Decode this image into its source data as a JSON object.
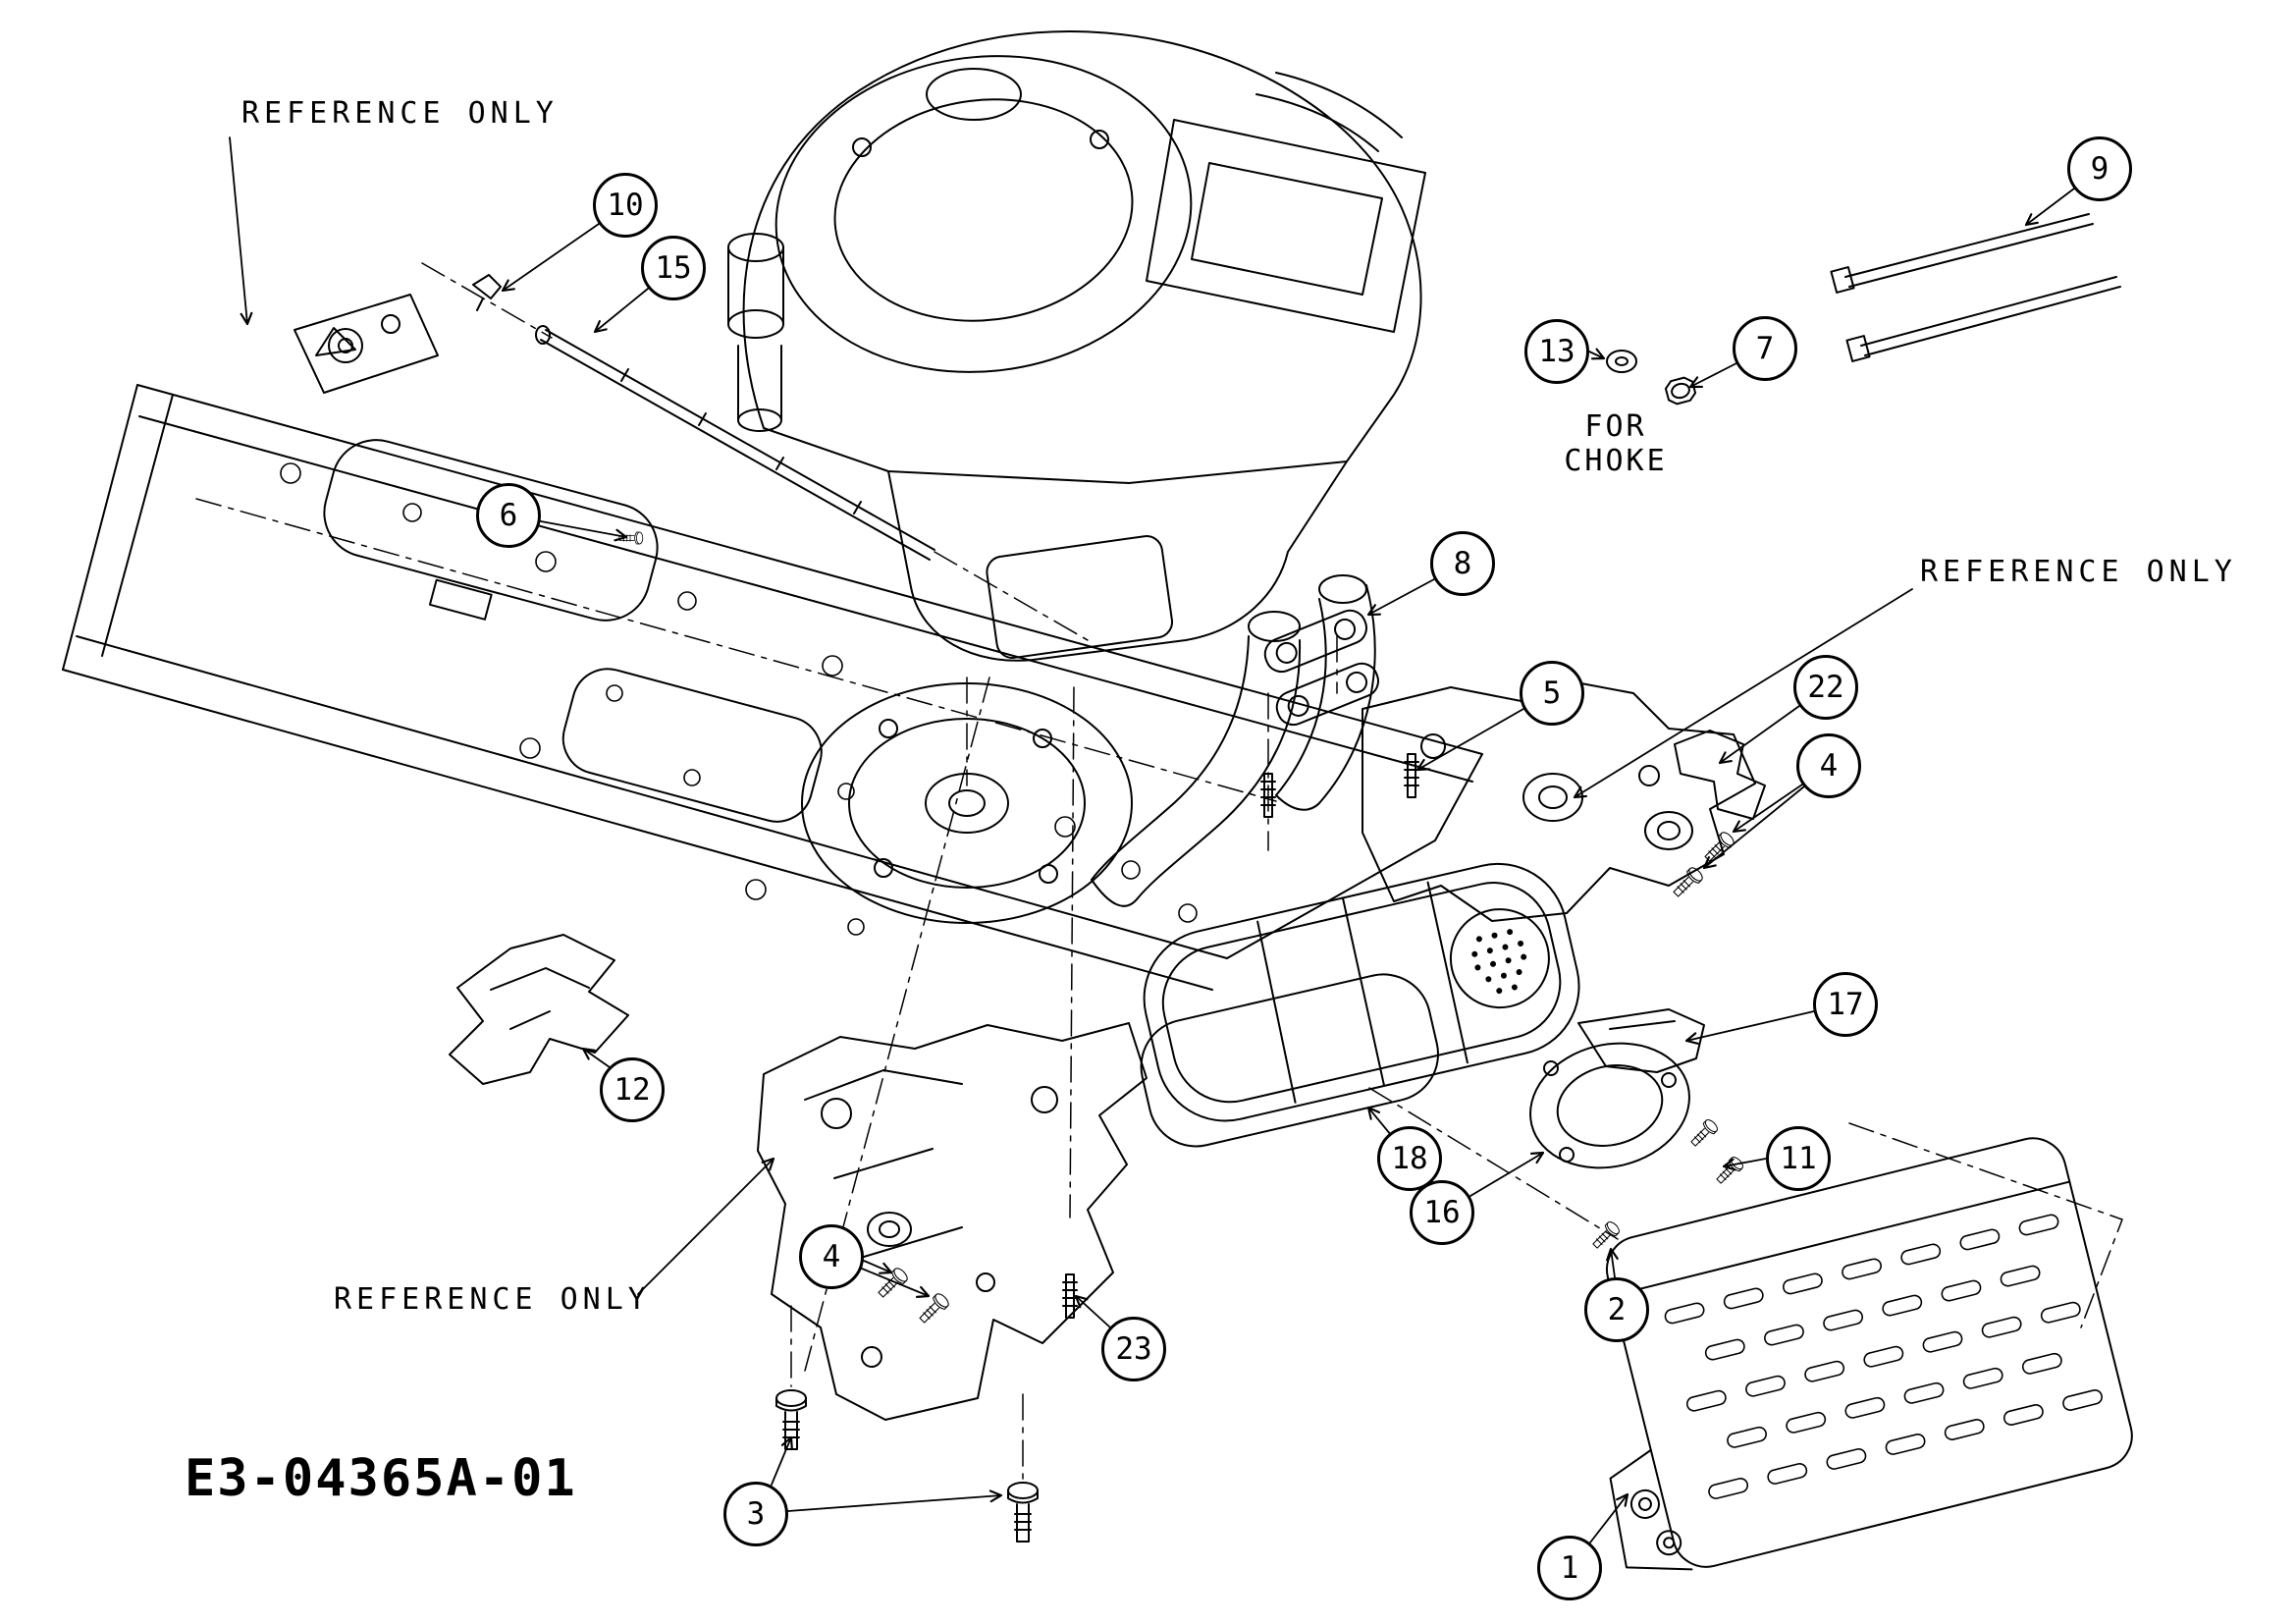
{
  "page": {
    "background": "#ffffff",
    "ink": "#000000"
  },
  "diagram": {
    "drawing_number": "E3-04365A-01",
    "labels": {
      "reference_top_left": "REFERENCE ONLY",
      "reference_right": "REFERENCE ONLY",
      "reference_bottom": "REFERENCE ONLY",
      "choke_line1": "FOR",
      "choke_line2": "CHOKE"
    },
    "callouts": {
      "c1": "1",
      "c2": "2",
      "c3": "3",
      "c4_left": "4",
      "c4_right": "4",
      "c5": "5",
      "c6": "6",
      "c7": "7",
      "c8": "8",
      "c9": "9",
      "c10": "10",
      "c11": "11",
      "c12": "12",
      "c13": "13",
      "c15": "15",
      "c16": "16",
      "c17": "17",
      "c18": "18",
      "c22": "22",
      "c23": "23"
    }
  }
}
